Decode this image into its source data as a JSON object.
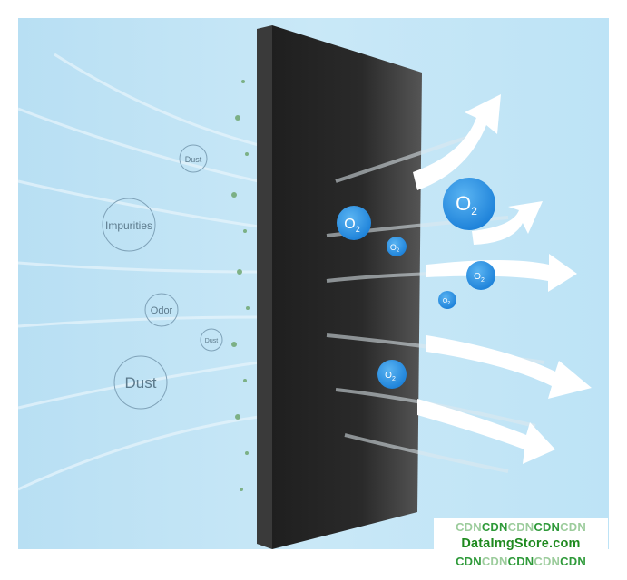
{
  "pollutant_labels": [
    "Dust",
    "Impurities",
    "Odor",
    "Dust",
    "Dust"
  ],
  "oxygen_label": {
    "main": "O",
    "sub": "2"
  },
  "watermark": {
    "line1": [
      "CDN",
      "CDN",
      "CDN",
      "CDN",
      "CDN"
    ],
    "line2": "DataImgStore.com",
    "line3": [
      "CDN",
      "CDN",
      "CDN",
      "CDN",
      "CDN"
    ]
  },
  "colors": {
    "sky": "#bfe4f6",
    "filter": "#252525",
    "bubble": "#2a8fe0",
    "watermark_green": "#1f8a1f"
  }
}
